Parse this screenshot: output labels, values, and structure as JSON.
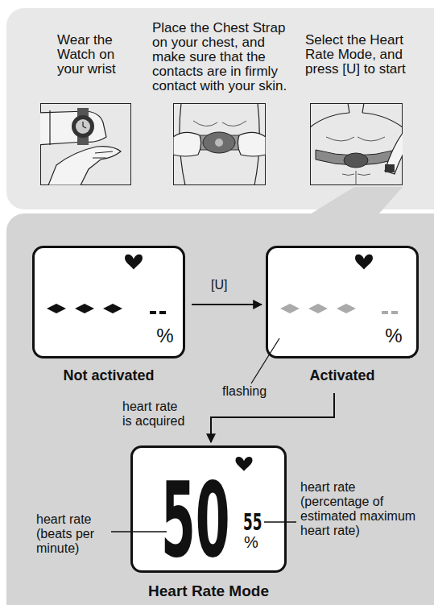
{
  "diagram": {
    "nodes": [
      {
        "text": [
          "Wear the Watch on your wrist"
        ]
      },
      {
        "text": [
          "Place the Chest Strap on your chest, and make sure that the contacts are in firmly contact with your skin."
        ]
      },
      {
        "text": [
          "Select the Heart Rate Mode, and press [U] to start"
        ]
      },
      {
        "text": [
          "%",
          "Not activated"
        ]
      },
      {
        "text": [
          "%",
          "Activated"
        ]
      },
      {
        "text": [
          "50",
          "55",
          "%",
          "Heart Rate Mode"
        ]
      }
    ],
    "edges": [
      {
        "from": 3,
        "to": 4,
        "arrow": "to",
        "label": "[U]"
      },
      {
        "from": 4,
        "to": 5,
        "arrow": "to",
        "label": "heart rate is acquired"
      }
    ],
    "labels": [
      "flashing",
      "heart rate (beats per minute)",
      "heart rate (percentage of estimated maximum heart rate)"
    ]
  }
}
